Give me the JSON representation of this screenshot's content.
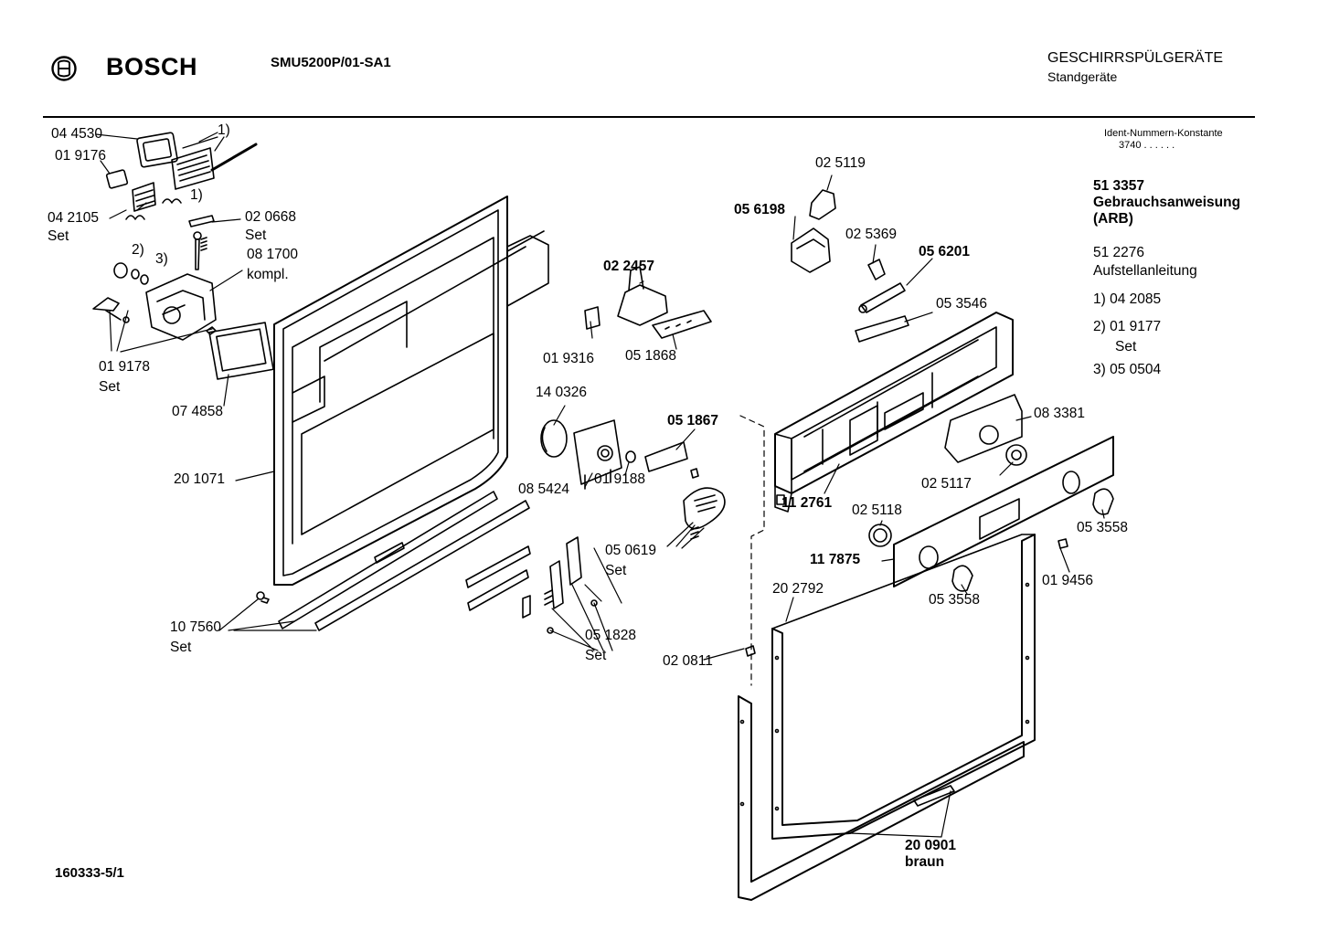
{
  "header": {
    "brand": "BOSCH",
    "model": "SMU5200P/01-SA1",
    "category": "GESCHIRRSPÜLGERÄTE",
    "subcategory": "Standgeräte"
  },
  "ident": {
    "label": "Ident-Nummern-Konstante",
    "value": "3740  . .   . . . ."
  },
  "notes": [
    {
      "text": "51 3357",
      "bold": true
    },
    {
      "text": "Gebrauchsanweisung",
      "bold": true
    },
    {
      "text": "(ARB)",
      "bold": true
    },
    {
      "text": "51 2276",
      "bold": false
    },
    {
      "text": "Aufstellanleitung",
      "bold": false
    },
    {
      "text": "1) 04 2085",
      "bold": false
    },
    {
      "text": "2) 01 9177",
      "bold": false
    },
    {
      "text": "Set",
      "bold": false
    },
    {
      "text": "3) 05 0504",
      "bold": false
    }
  ],
  "parts": [
    {
      "text": "04 4530"
    },
    {
      "text": "1)"
    },
    {
      "text": "01 9176"
    },
    {
      "text": "1)"
    },
    {
      "text": "04 2105"
    },
    {
      "text": "Set"
    },
    {
      "text": "02 0668"
    },
    {
      "text": "Set"
    },
    {
      "text": "2)"
    },
    {
      "text": "3)"
    },
    {
      "text": "08 1700"
    },
    {
      "text": "kompl."
    },
    {
      "text": "01 9178"
    },
    {
      "text": "Set"
    },
    {
      "text": "07 4858"
    },
    {
      "text": "20 1071"
    },
    {
      "text": "10 7560"
    },
    {
      "text": "Set"
    },
    {
      "text": "02 2457"
    },
    {
      "text": "01 9316"
    },
    {
      "text": "05 1868"
    },
    {
      "text": "14 0326"
    },
    {
      "text": "05 1867"
    },
    {
      "text": "08 5424"
    },
    {
      "text": "01 9188"
    },
    {
      "text": "05 0619"
    },
    {
      "text": "Set"
    },
    {
      "text": "05 1828"
    },
    {
      "text": "Set"
    },
    {
      "text": "02 5119"
    },
    {
      "text": "05 6198"
    },
    {
      "text": "02 5369"
    },
    {
      "text": "05 6201"
    },
    {
      "text": "05 3546"
    },
    {
      "text": "08 3381"
    },
    {
      "text": "02 5117"
    },
    {
      "text": "11 2761"
    },
    {
      "text": "02 5118"
    },
    {
      "text": "05 3558"
    },
    {
      "text": "11 7875"
    },
    {
      "text": "20 2792"
    },
    {
      "text": "05 3558"
    },
    {
      "text": "01 9456"
    },
    {
      "text": "02 0811"
    },
    {
      "text": "20 0901"
    },
    {
      "text": "braun"
    }
  ],
  "document_number": "160333-5/1"
}
